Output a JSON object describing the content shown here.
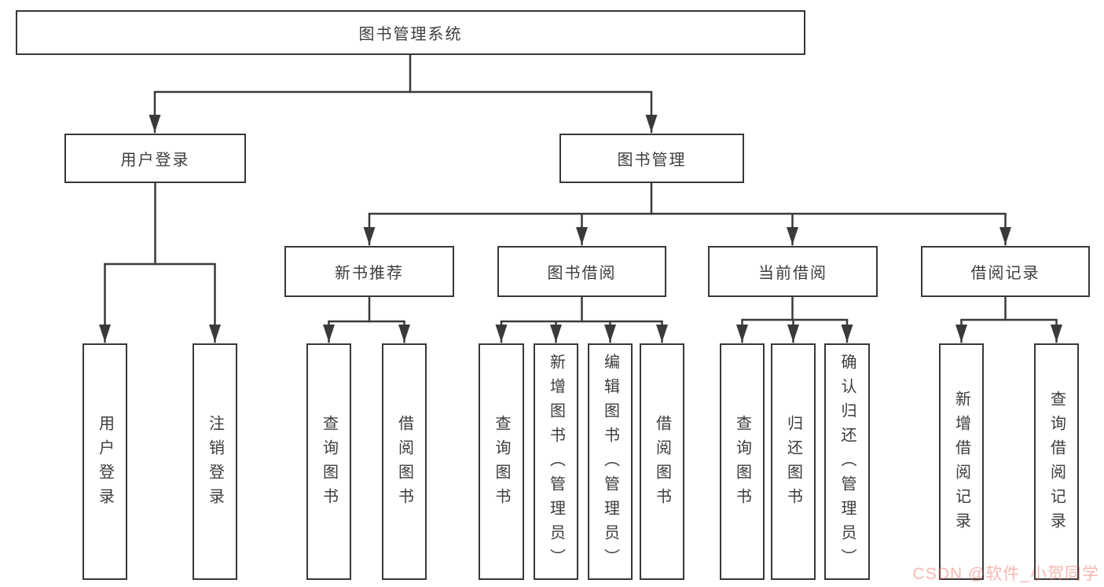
{
  "nodes": {
    "root": "图书管理系统",
    "level2": [
      "用户登录",
      "图书管理"
    ],
    "level3": [
      "新书推荐",
      "图书借阅",
      "当前借阅",
      "借阅记录"
    ],
    "leaves_user_login": [
      "用户登录",
      "注销登录"
    ],
    "leaves_new_book": [
      "查询图书",
      "借阅图书"
    ],
    "leaves_book_borrow": [
      "查询图书",
      "新增图书（管理员）",
      "编辑图书（管理员）",
      "借阅图书"
    ],
    "leaves_current_borrow": [
      "查询图书",
      "归还图书",
      "确认归还（管理员）"
    ],
    "leaves_borrow_records": [
      "新增借阅记录",
      "查询借阅记录"
    ]
  },
  "watermark": {
    "text": "CSDN @软件_小贺同学"
  },
  "colors": {
    "line": "#3a3a3a",
    "box_border": "#383838",
    "text": "#3c3c3c",
    "background": "#ffffff",
    "watermark": "rgba(240,96,80,0.45)"
  }
}
